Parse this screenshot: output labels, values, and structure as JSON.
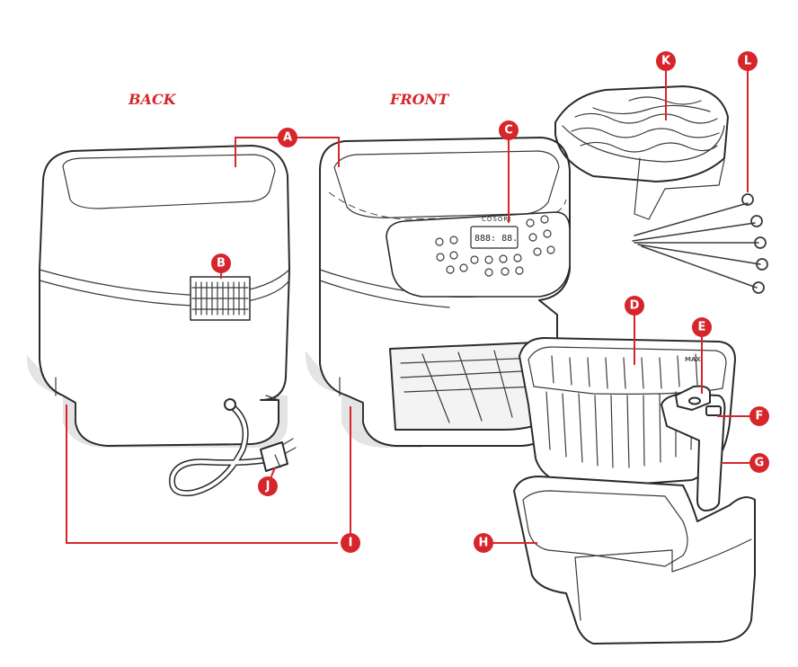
{
  "views": {
    "back": "BACK",
    "front": "FRONT"
  },
  "product": {
    "brand": "COSORI",
    "display": "888: 88.",
    "basket_marking": "MAX"
  },
  "callouts": [
    {
      "id": "A"
    },
    {
      "id": "B"
    },
    {
      "id": "C"
    },
    {
      "id": "D"
    },
    {
      "id": "E"
    },
    {
      "id": "F"
    },
    {
      "id": "G"
    },
    {
      "id": "H"
    },
    {
      "id": "I"
    },
    {
      "id": "J"
    },
    {
      "id": "K"
    },
    {
      "id": "L"
    }
  ],
  "colors": {
    "accent": "#d7262b",
    "line": "#2b2b2b",
    "shadow": "#e4e4e4"
  }
}
